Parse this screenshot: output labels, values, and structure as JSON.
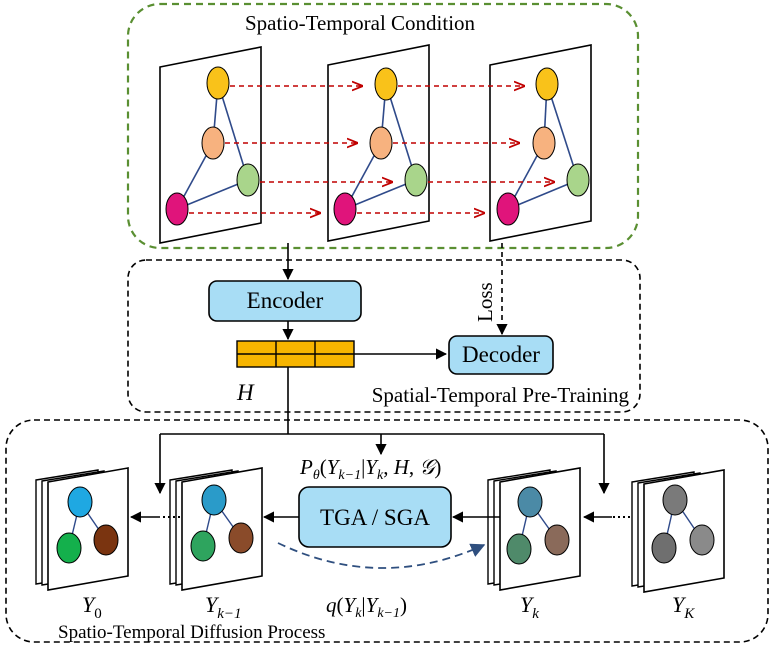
{
  "sections": {
    "condition_title": "Spatio-Temporal Condition",
    "pretraining_title": "Spatial-Temporal Pre-Training",
    "diffusion_title": "Spatio-Temporal Diffusion Process"
  },
  "pretraining": {
    "encoder_label": "Encoder",
    "decoder_label": "Decoder",
    "loss_label": "Loss",
    "h_label": "H"
  },
  "diffusion": {
    "model_label": "TGA / SGA",
    "p_theta_label": "Pθ(Yk−1|Yk, H, 𝒢)",
    "q_label": "q(Yk|Yk−1)",
    "y0_label": "Y0",
    "yk_minus_1_label": "Yk−1",
    "yk_label": "Yk",
    "yK_label": "YK"
  },
  "colors": {
    "condition_border": "#5a8f32",
    "box_fill": "#a8ddf5",
    "embedding_fill": "#f7b500",
    "arrow_red": "#c00000",
    "dashed_blue": "#2f4f7f",
    "node_yellow": "#f9c21a",
    "node_peach": "#f7b27f",
    "node_green_light": "#a9d58b",
    "node_magenta": "#e0147b",
    "edge_blue": "#2f4a8a"
  }
}
